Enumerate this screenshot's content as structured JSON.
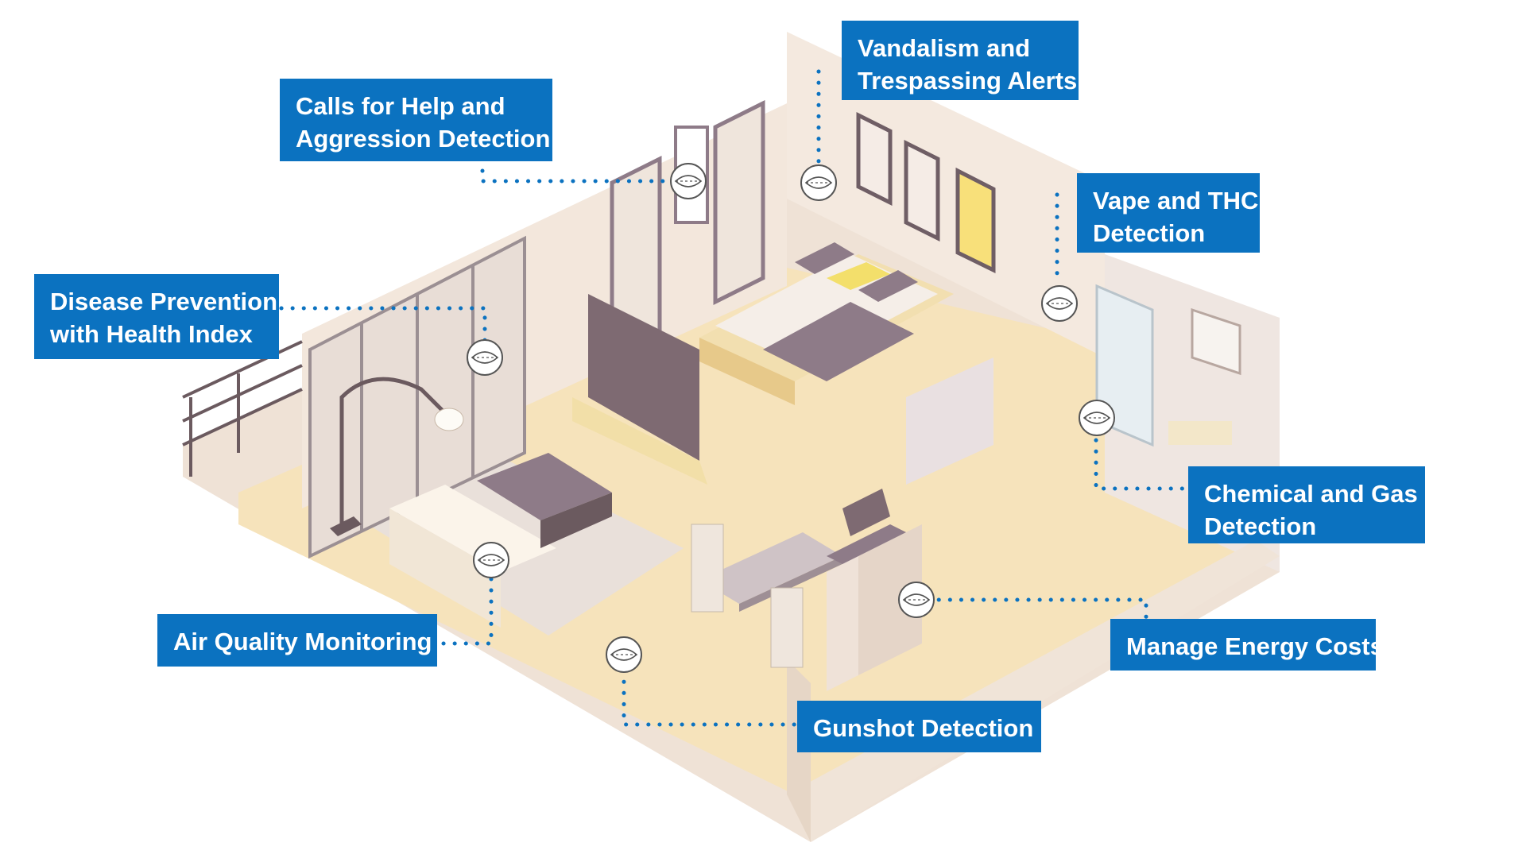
{
  "labels": {
    "calls_for_help": [
      "Calls for Help and",
      "Aggression Detection"
    ],
    "vandalism": [
      "Vandalism and",
      "Trespassing Alerts"
    ],
    "vape": [
      "Vape and THC",
      "Detection"
    ],
    "disease": [
      "Disease Prevention",
      "with Health Index"
    ],
    "chemical": [
      "Chemical and Gas",
      "Detection"
    ],
    "air_quality": "Air Quality Monitoring",
    "energy": "Manage Energy Costs",
    "gunshot": "Gunshot Detection"
  },
  "colors": {
    "callout_bg": "#0b72c0",
    "callout_text": "#ffffff",
    "connector": "#0b72c0",
    "wall": "#f3e7dc",
    "floor": "#f6e3bb",
    "accent_purple": "#8e7b88"
  },
  "icons": [
    "sensor-icon"
  ]
}
